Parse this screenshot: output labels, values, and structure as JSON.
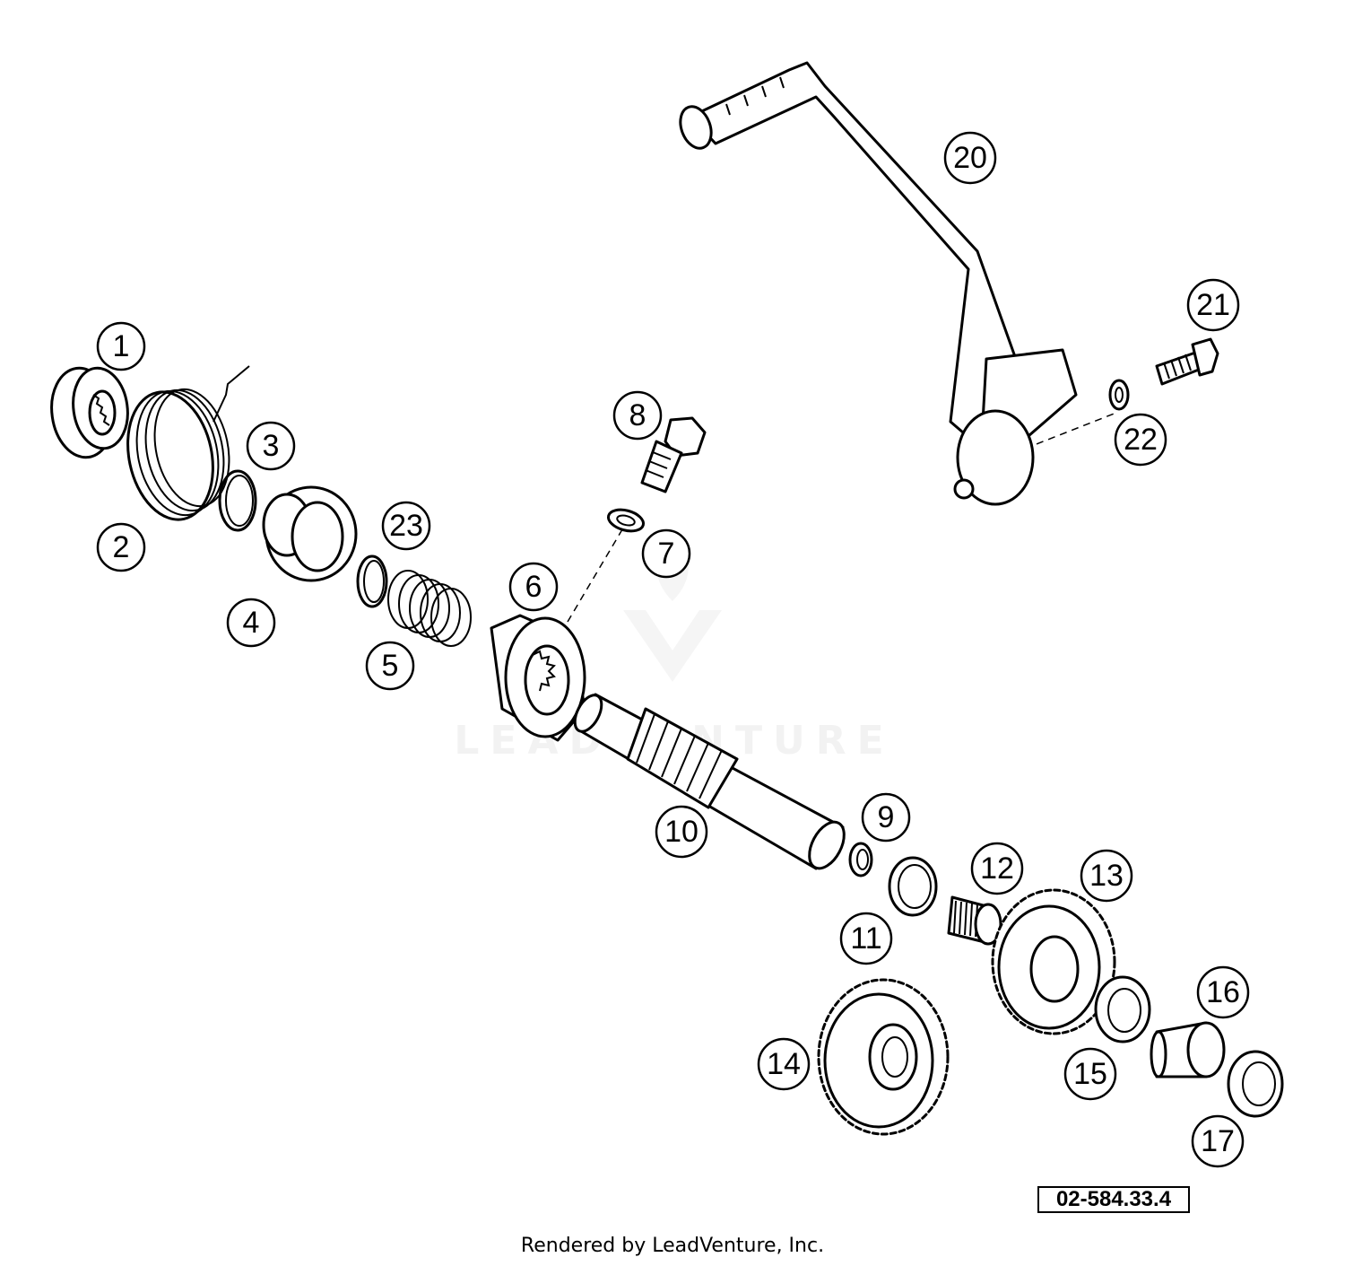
{
  "diagram": {
    "callouts": [
      "1",
      "2",
      "3",
      "4",
      "5",
      "6",
      "7",
      "8",
      "9",
      "10",
      "11",
      "12",
      "13",
      "14",
      "15",
      "16",
      "17",
      "20",
      "21",
      "22",
      "23"
    ],
    "document_number": "02-584.33.4",
    "credit": "Rendered by LeadVenture, Inc.",
    "watermark": "LEADVENTURE"
  }
}
